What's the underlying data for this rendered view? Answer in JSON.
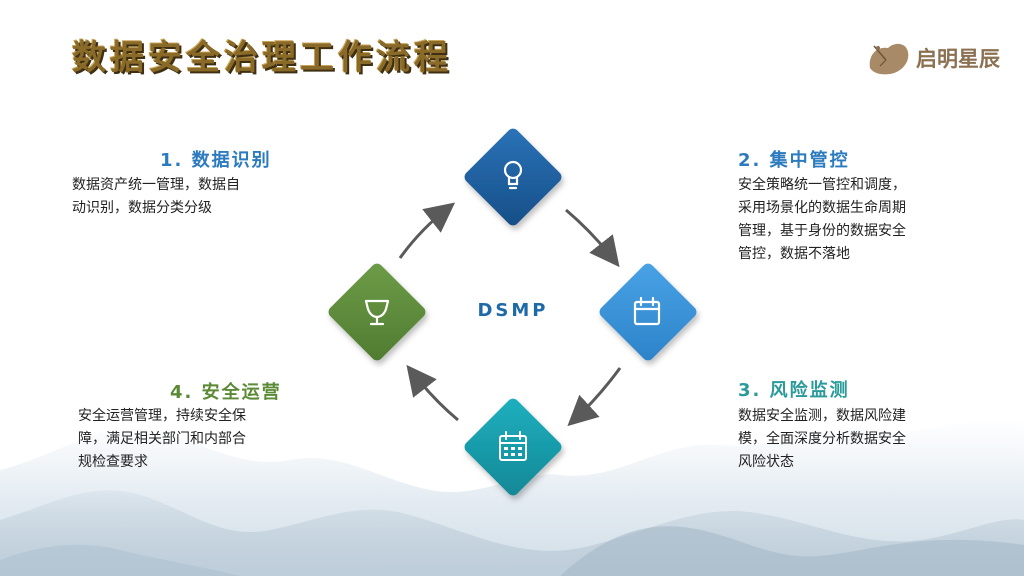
{
  "title": "数据安全治理工作流程",
  "logo": {
    "text": "启明星辰",
    "icon": "brand-mark-icon"
  },
  "center_label": "DSMP",
  "colors": {
    "title": "#8a6a28",
    "step1": "#1d5c9c",
    "step2": "#3a92d8",
    "step3": "#179bab",
    "step4": "#5c8a3a",
    "heading_blue": "#2c7bbf",
    "heading_teal": "#2a9a9a",
    "heading_green": "#5a8a34",
    "arrow": "#5a5a5a"
  },
  "steps": [
    {
      "heading": "1. 数据识别",
      "lines": [
        "数据资产统一管理，数据自",
        "动识别，数据分类分级"
      ],
      "icon": "lightbulb-icon"
    },
    {
      "heading": "2. 集中管控",
      "lines": [
        "安全策略统一管控和调度，",
        "采用场景化的数据生命周期",
        "管理，基于身份的数据安全",
        "管控，数据不落地"
      ],
      "icon": "calendar-icon"
    },
    {
      "heading": "3. 风险监测",
      "lines": [
        "数据安全监测，数据风险建",
        "模，全面深度分析数据安全",
        "风险状态"
      ],
      "icon": "calendar-grid-icon"
    },
    {
      "heading": "4. 安全运营",
      "lines": [
        "安全运营管理，持续安全保",
        "障，满足相关部门和内部合",
        "规检查要求"
      ],
      "icon": "trophy-icon"
    }
  ]
}
